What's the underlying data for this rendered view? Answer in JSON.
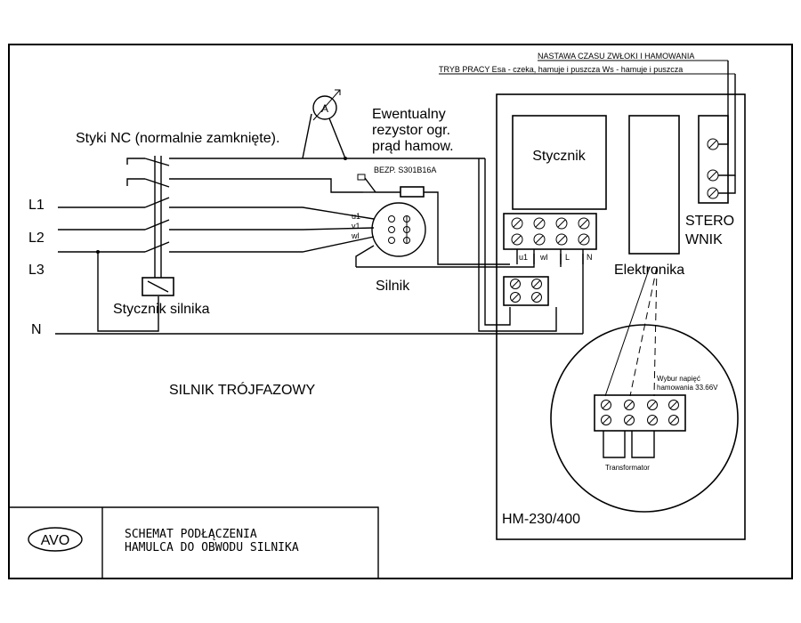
{
  "labels": {
    "styki_nc": "Styki NC (normalnie zamknięte).",
    "ewentualny_1": "Ewentualny",
    "ewentualny_2": "rezystor ogr.",
    "ewentualny_3": "prąd hamow.",
    "bezp": "BEZP. S301B16A",
    "silnik": "Silnik",
    "stycznik_silnika": "Stycznik silnika",
    "silnik_trojfazowy": "SILNIK TRÓJFAZOWY",
    "stycznik": "Stycznik",
    "sterownik_1": "STERO",
    "sterownik_2": "WNIK",
    "elektronika": "Elektronika",
    "model": "HM-230/400",
    "nastawa": "NASTAWA CZASU ZWŁOKI I HAMOWANIA",
    "tryb": "TRYB PRACY Esa - czeka, hamuje i puszcza Ws - hamuje i puszcza",
    "wybur_1": "Wybur napięć",
    "wybur_2": "hamowania 33.66V",
    "transformator": "Transformator",
    "ammeter": "A"
  },
  "lines": {
    "l1": "L1",
    "l2": "L2",
    "l3": "L3",
    "n": "N"
  },
  "motor_terminals": {
    "u1": "u1",
    "v1": "v1",
    "w1": "wl"
  },
  "electronics_terminals": [
    "u1",
    "wl",
    "L",
    "N"
  ],
  "title_block": {
    "logo": "AVO",
    "title_1": "SCHEMAT PODŁĄCZENIA",
    "title_2": "HAMULCA DO OBWODU SILNIKA"
  }
}
